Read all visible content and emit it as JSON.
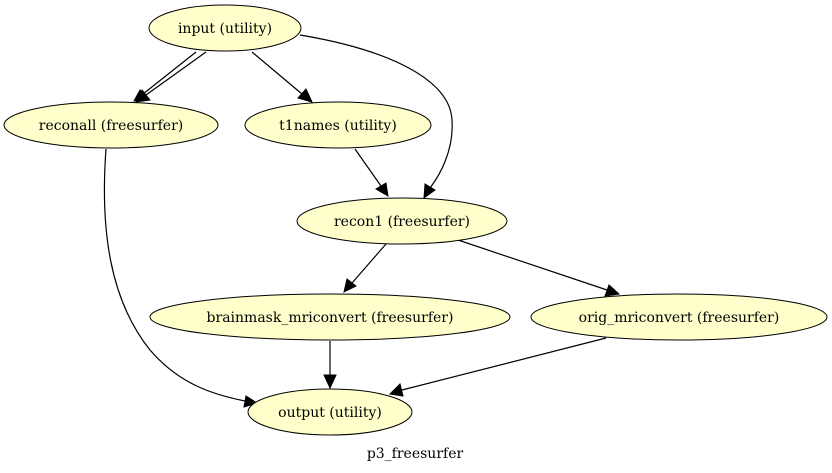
{
  "graph": {
    "label": "p3_freesurfer",
    "colors": {
      "node_fill": "#ffffcc",
      "stroke": "#000000",
      "background": "#ffffff"
    },
    "nodes": [
      {
        "id": "input",
        "label": "input (utility)"
      },
      {
        "id": "reconall",
        "label": "reconall (freesurfer)"
      },
      {
        "id": "t1names",
        "label": "t1names (utility)"
      },
      {
        "id": "recon1",
        "label": "recon1 (freesurfer)"
      },
      {
        "id": "brainmask",
        "label": "brainmask_mriconvert (freesurfer)"
      },
      {
        "id": "orig",
        "label": "orig_mriconvert (freesurfer)"
      },
      {
        "id": "output",
        "label": "output (utility)"
      }
    ],
    "edges": [
      {
        "from": "input",
        "to": "reconall"
      },
      {
        "from": "input",
        "to": "reconall"
      },
      {
        "from": "input",
        "to": "t1names"
      },
      {
        "from": "input",
        "to": "recon1"
      },
      {
        "from": "t1names",
        "to": "recon1"
      },
      {
        "from": "reconall",
        "to": "output"
      },
      {
        "from": "recon1",
        "to": "brainmask"
      },
      {
        "from": "recon1",
        "to": "orig"
      },
      {
        "from": "brainmask",
        "to": "output"
      },
      {
        "from": "orig",
        "to": "output"
      }
    ]
  }
}
